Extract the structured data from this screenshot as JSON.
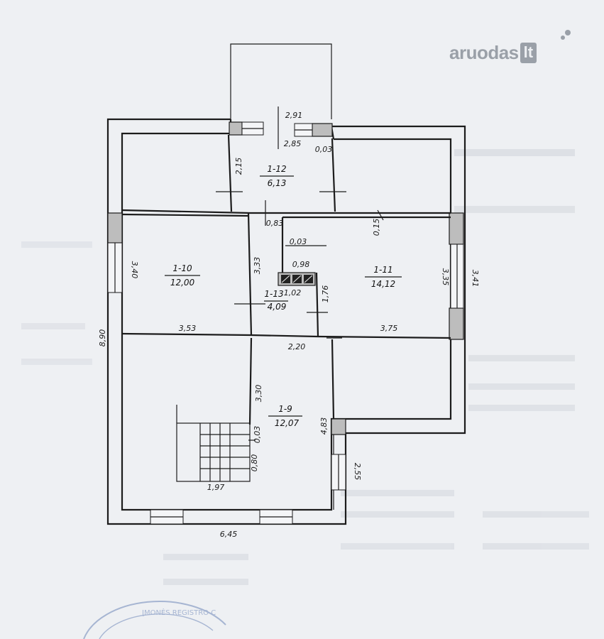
{
  "logo": {
    "brand": "aruodas",
    "tld": "lt"
  },
  "rooms": [
    {
      "id": "1-12",
      "area": "6,13"
    },
    {
      "id": "1-10",
      "area": "12,00"
    },
    {
      "id": "1-11",
      "area": "14,12"
    },
    {
      "id": "1-13",
      "area": "4,09"
    },
    {
      "id": "1-9",
      "area": "12,07"
    }
  ],
  "dimensions": {
    "porch_outer": "2,91",
    "porch_inner": "2,85",
    "d_0_03_top": "0,03",
    "d_2_15": "2,15",
    "d_0_83": "0,83",
    "d_0_15": "0,15",
    "d_0_03_mid": "0,03",
    "d_0_98": "0,98",
    "d_1_02": "1,02",
    "d_3_40": "3,40",
    "d_3_33": "3,33",
    "d_3_35": "3,35",
    "d_3_41": "3,41",
    "d_1_76": "1,76",
    "d_3_53": "3,53",
    "d_3_75": "3,75",
    "d_2_20": "2,20",
    "d_8_90": "8,90",
    "d_3_30": "3,30",
    "d_4_83": "4,83",
    "d_0_03_low": "0,03",
    "d_0_80": "0,80",
    "d_2_55": "2,55",
    "d_1_97": "1,97",
    "d_6_45": "6,45"
  },
  "stamp": {
    "text": "ĮMONĖS REGISTRO C"
  }
}
